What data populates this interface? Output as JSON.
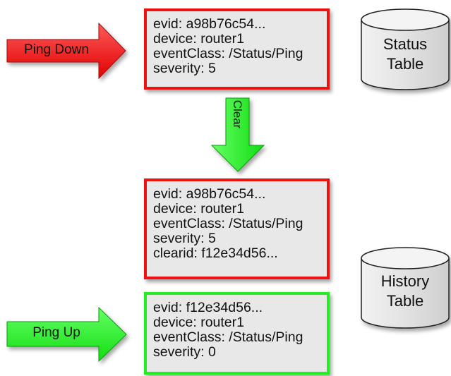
{
  "ping_down": {
    "label": "Ping Down",
    "color": "#ee1111"
  },
  "ping_up": {
    "label": "Ping Up",
    "color": "#22ee22"
  },
  "clear_arrow": {
    "label": "Clear",
    "color": "#22ee22"
  },
  "status_event": {
    "lines": [
      "evid: a98b76c54...",
      "device: router1",
      "eventClass: /Status/Ping",
      "severity: 5"
    ],
    "border_color": "#ee1111"
  },
  "cleared_event": {
    "lines": [
      "evid: a98b76c54...",
      "device: router1",
      "eventClass: /Status/Ping",
      "severity: 5",
      "clearid: f12e34d56..."
    ],
    "border_color": "#ee1111"
  },
  "clear_event": {
    "lines": [
      "evid: f12e34d56...",
      "device: router1",
      "eventClass: /Status/Ping",
      "severity: 0"
    ],
    "border_color": "#22ee22"
  },
  "status_table": {
    "line1": "Status",
    "line2": "Table"
  },
  "history_table": {
    "line1": "History",
    "line2": "Table"
  }
}
